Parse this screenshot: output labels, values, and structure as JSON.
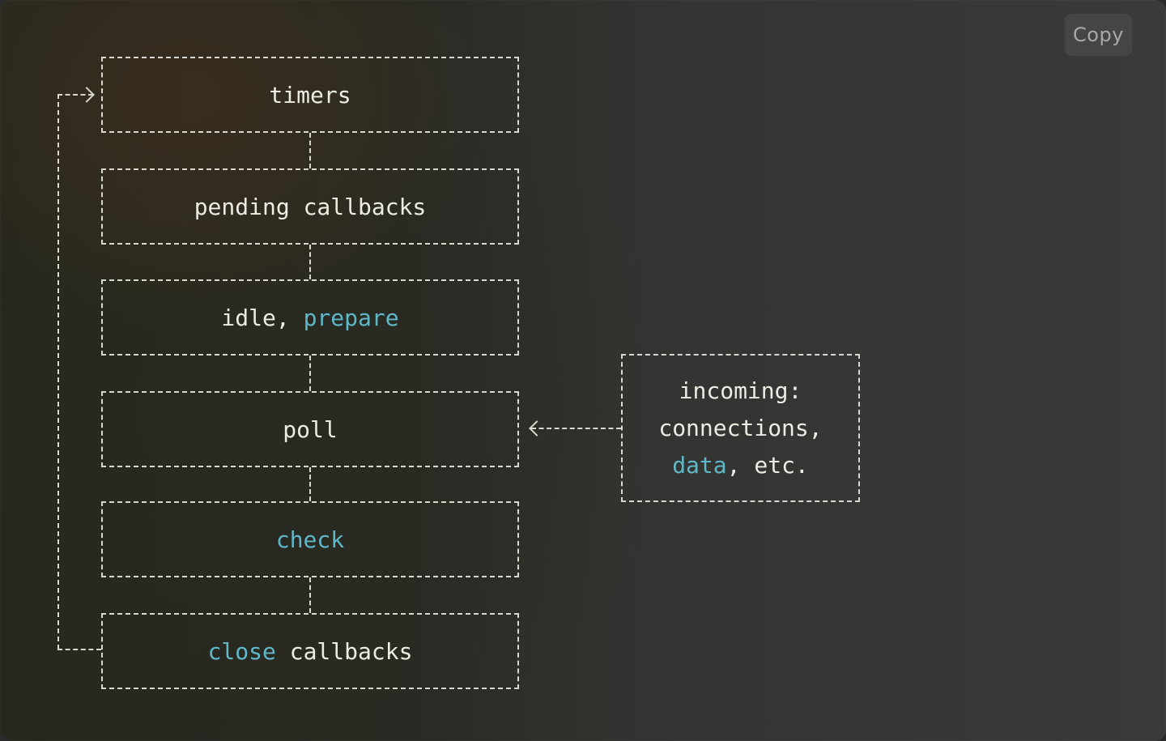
{
  "toolbar": {
    "copy_label": "Copy"
  },
  "diagram": {
    "phases": [
      {
        "id": "timers",
        "parts": [
          {
            "text": "timers",
            "highlight": false
          }
        ]
      },
      {
        "id": "pending-callbacks",
        "parts": [
          {
            "text": "pending callbacks",
            "highlight": false
          }
        ]
      },
      {
        "id": "idle-prepare",
        "parts": [
          {
            "text": "idle, ",
            "highlight": false
          },
          {
            "text": "prepare",
            "highlight": true
          }
        ]
      },
      {
        "id": "poll",
        "parts": [
          {
            "text": "poll",
            "highlight": false
          }
        ]
      },
      {
        "id": "check",
        "parts": [
          {
            "text": "check",
            "highlight": true
          }
        ]
      },
      {
        "id": "close-callbacks",
        "parts": [
          {
            "text": "close",
            "highlight": true
          },
          {
            "text": " callbacks",
            "highlight": false
          }
        ]
      }
    ],
    "incoming": {
      "line1": "incoming:",
      "line2": "connections,",
      "line3_hl": "data",
      "line3_rest": ", etc."
    }
  },
  "colors": {
    "line": "#d8d8d0",
    "text": "#ecece4",
    "highlight": "#5fb8c8",
    "copy_button_bg": "#454545"
  }
}
